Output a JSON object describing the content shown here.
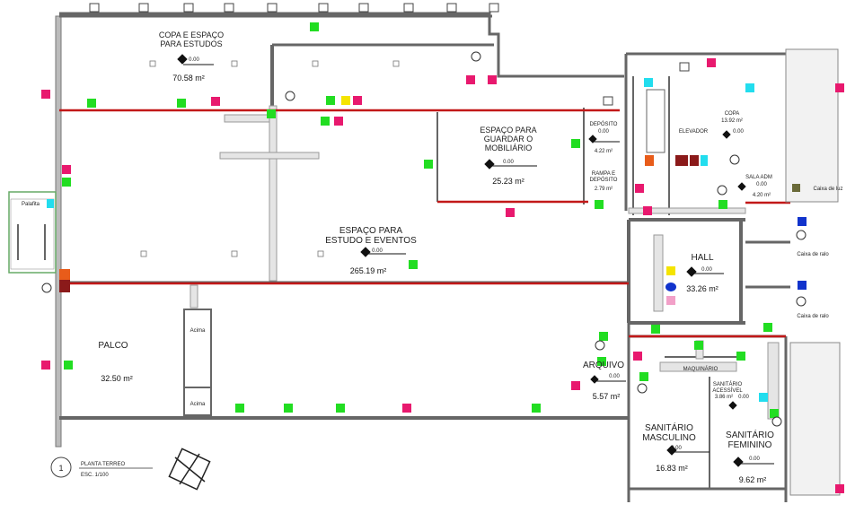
{
  "plan": {
    "rooms": {
      "copa_estudos": {
        "line1": "COPA E ESPAÇO",
        "line2": "PARA ESTUDOS",
        "level": "0.00",
        "area": "70.58 m²"
      },
      "guardar": {
        "line1": "ESPAÇO PARA",
        "line2": "GUARDAR O",
        "line3": "MOBILIÁRIO",
        "level": "0.00",
        "area": "25.23 m²"
      },
      "estudo_eventos": {
        "line1": "ESPAÇO PARA",
        "line2": "ESTUDO E EVENTOS",
        "level": "0.00",
        "area": "265.19 m²"
      },
      "deposito": {
        "line1": "DEPÓSITO",
        "level": "0.00",
        "area": "4.22 m²"
      },
      "rampa_deposito": {
        "line1": "RAMPA E",
        "line2": "DEPÓSITO",
        "area": "2.79 m²"
      },
      "elevador": {
        "line1": "ELEVADOR"
      },
      "copa": {
        "line1": "COPA",
        "area_top": "13.92 m²",
        "level": "0.00"
      },
      "sala_adm": {
        "line1": "SALA ADM",
        "level": "0.00",
        "area": "4.20 m²"
      },
      "hall": {
        "line1": "HALL",
        "level": "0.00",
        "area": "33.26 m²"
      },
      "palco": {
        "line1": "PALCO",
        "area": "32.50 m²"
      },
      "arquivo": {
        "line1": "ARQUIVO",
        "level": "0.00",
        "area": "5.57 m²"
      },
      "maquinario": {
        "line1": "MAQUINÁRIO"
      },
      "sanitario_acessivel": {
        "line1": "SANITÁRIO",
        "line2": "ACESSÍVEL",
        "area": "3.86 m²",
        "level": "0.00"
      },
      "sanitario_masculino": {
        "line1": "SANITÁRIO",
        "line2": "MASCULINO",
        "level": "0.00",
        "area": "16.83 m²"
      },
      "sanitario_feminino": {
        "line1": "SANITÁRIO",
        "line2": "FEMININO",
        "level": "0.00",
        "area": "9.62 m²"
      },
      "acima_top": {
        "line1": "Acima"
      },
      "acima_bottom": {
        "line1": "Acima"
      },
      "palafita": {
        "line1": "Palafita"
      }
    },
    "side_notes": {
      "note1": "Caixa de luz",
      "note2": "Caixa de ralo",
      "note3": "Caixa de ralo"
    },
    "title": {
      "number": "1",
      "name": "PLANTA TERREO",
      "scale": "ESC. 1/100"
    },
    "colors": {
      "green": "#22dd22",
      "magenta": "#e8196e",
      "cyan": "#22ddee",
      "yellow": "#f5e400",
      "blue": "#1133cc",
      "pink": "#f2a0c8",
      "dark_red": "#8b1a1a",
      "orange": "#e85c1a",
      "wall": "#666666",
      "red_line": "#c21818"
    }
  }
}
